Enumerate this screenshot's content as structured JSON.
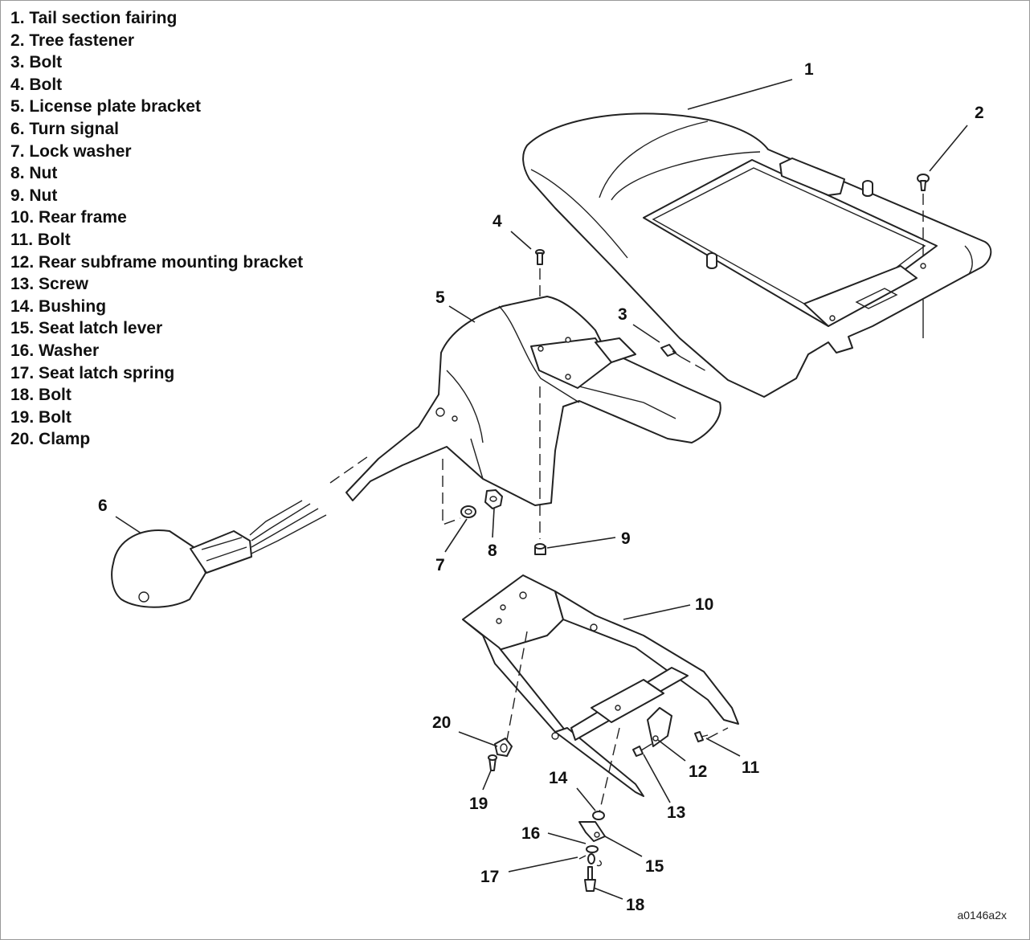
{
  "legend": [
    {
      "num": "1",
      "name": "Tail section fairing"
    },
    {
      "num": "2",
      "name": "Tree fastener"
    },
    {
      "num": "3",
      "name": "Bolt"
    },
    {
      "num": "4",
      "name": "Bolt"
    },
    {
      "num": "5",
      "name": "License plate bracket"
    },
    {
      "num": "6",
      "name": "Turn signal"
    },
    {
      "num": "7",
      "name": "Lock washer"
    },
    {
      "num": "8",
      "name": "Nut"
    },
    {
      "num": "9",
      "name": "Nut"
    },
    {
      "num": "10",
      "name": "Rear frame"
    },
    {
      "num": "11",
      "name": "Bolt"
    },
    {
      "num": "12",
      "name": "Rear subframe mounting bracket"
    },
    {
      "num": "13",
      "name": "Screw"
    },
    {
      "num": "14",
      "name": "Bushing"
    },
    {
      "num": "15",
      "name": "Seat latch lever"
    },
    {
      "num": "16",
      "name": "Washer"
    },
    {
      "num": "17",
      "name": "Seat latch spring"
    },
    {
      "num": "18",
      "name": "Bolt"
    },
    {
      "num": "19",
      "name": "Bolt"
    },
    {
      "num": "20",
      "name": "Clamp"
    }
  ],
  "figure_code": "a0146a2x"
}
